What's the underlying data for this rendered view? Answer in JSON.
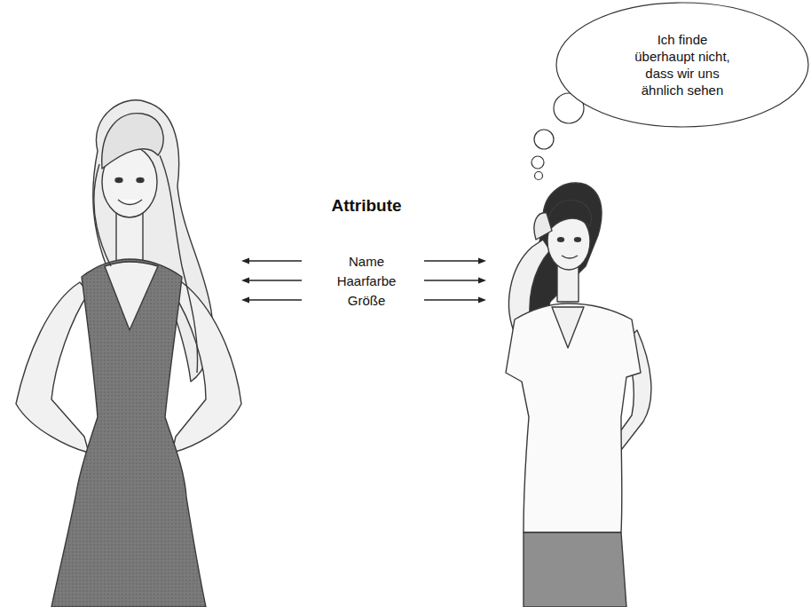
{
  "diagram": {
    "title": "Attribute",
    "nodes": [
      {
        "text": [
          "Ich finde überhaupt nicht, dass wir uns ähnlich sehen"
        ]
      }
    ],
    "labels": [
      "Name",
      "Haarfarbe",
      "Größe"
    ]
  }
}
